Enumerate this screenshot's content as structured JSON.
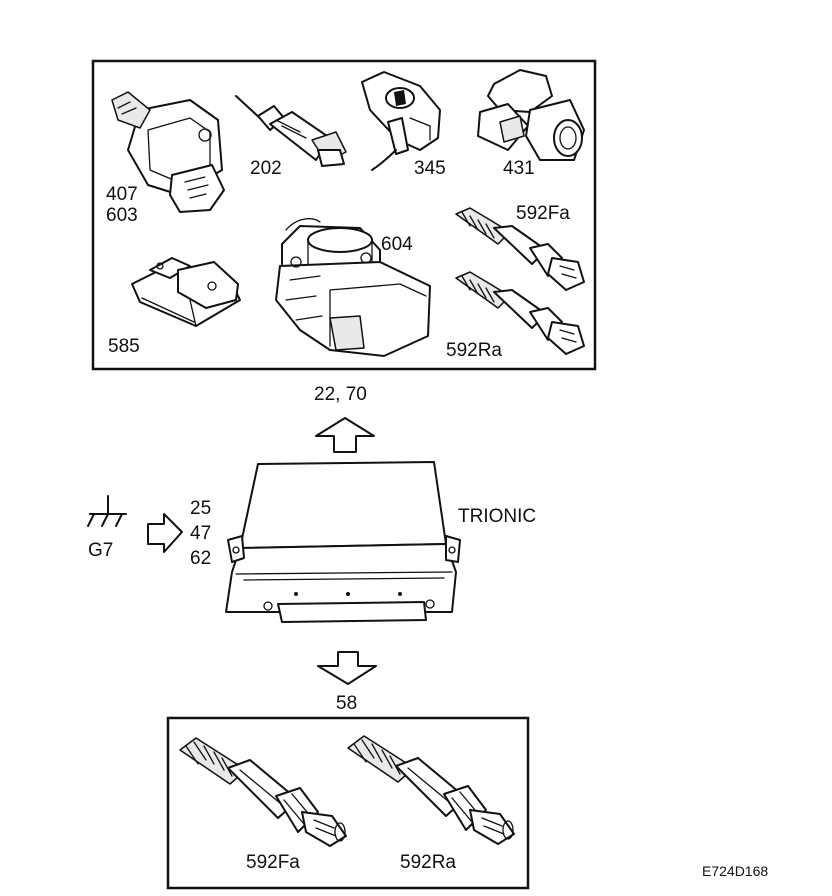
{
  "diagram": {
    "top_box": {
      "components": [
        {
          "id": "c407",
          "label_line1": "407",
          "label_line2": "603"
        },
        {
          "id": "c202",
          "label": "202"
        },
        {
          "id": "c345",
          "label": "345"
        },
        {
          "id": "c431",
          "label": "431"
        },
        {
          "id": "c592fa_top",
          "label": "592Fa"
        },
        {
          "id": "c604",
          "label": "604"
        },
        {
          "id": "c585",
          "label": "585"
        },
        {
          "id": "c592ra_top",
          "label": "592Ra"
        }
      ]
    },
    "top_arrow_label": "22, 70",
    "ecu_label": "TRIONIC",
    "ground_label": "G7",
    "input_pins": [
      "25",
      "47",
      "62"
    ],
    "bottom_arrow_label": "58",
    "bottom_box": {
      "components": [
        {
          "id": "b592fa",
          "label": "592Fa"
        },
        {
          "id": "b592ra",
          "label": "592Ra"
        }
      ]
    },
    "figure_code": "E724D168"
  }
}
